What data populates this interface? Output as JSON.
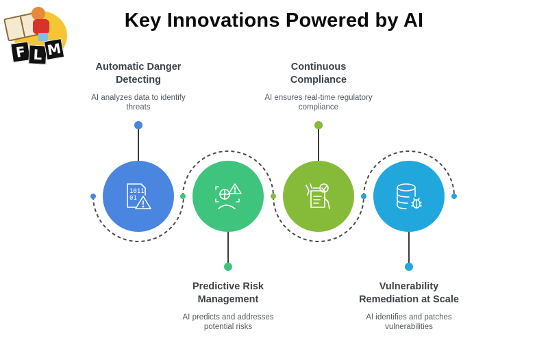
{
  "header": {
    "title": "Key Innovations Powered by AI",
    "logo": {
      "letters": [
        "F",
        "L",
        "M"
      ],
      "icon": "child-reading-book-logo"
    }
  },
  "colors": {
    "blue": "#4a86e0",
    "green": "#3ec47c",
    "lime": "#86bb3a",
    "cyan": "#22a7dc",
    "connector": "#4a4a4a",
    "title_text": "#0a0a0a",
    "item_title_text": "#3d4349",
    "item_desc_text": "#555a60"
  },
  "items": [
    {
      "title_line1": "Automatic Danger",
      "title_line2": "Detecting",
      "desc_line1": "AI analyzes data to identify",
      "desc_line2": "threats",
      "icon": "binary-file-warning-icon",
      "color": "#4a86e0",
      "position": "top"
    },
    {
      "title_line1": "Predictive Risk",
      "title_line2": "Management",
      "desc_line1": "AI predicts and addresses",
      "desc_line2": "potential risks",
      "icon": "risk-analysis-chart-warning-icon",
      "color": "#3ec47c",
      "position": "bottom"
    },
    {
      "title_line1": "Continuous",
      "title_line2": "Compliance",
      "desc_line1": "AI ensures real-time regulatory",
      "desc_line2": "compliance",
      "icon": "document-checkmark-hands-icon",
      "color": "#86bb3a",
      "position": "top"
    },
    {
      "title_line1": "Vulnerability",
      "title_line2": "Remediation at Scale",
      "desc_line1": "AI identifies and patches",
      "desc_line2": "vulnerabilities",
      "icon": "database-bug-icon",
      "color": "#22a7dc",
      "position": "bottom"
    }
  ]
}
